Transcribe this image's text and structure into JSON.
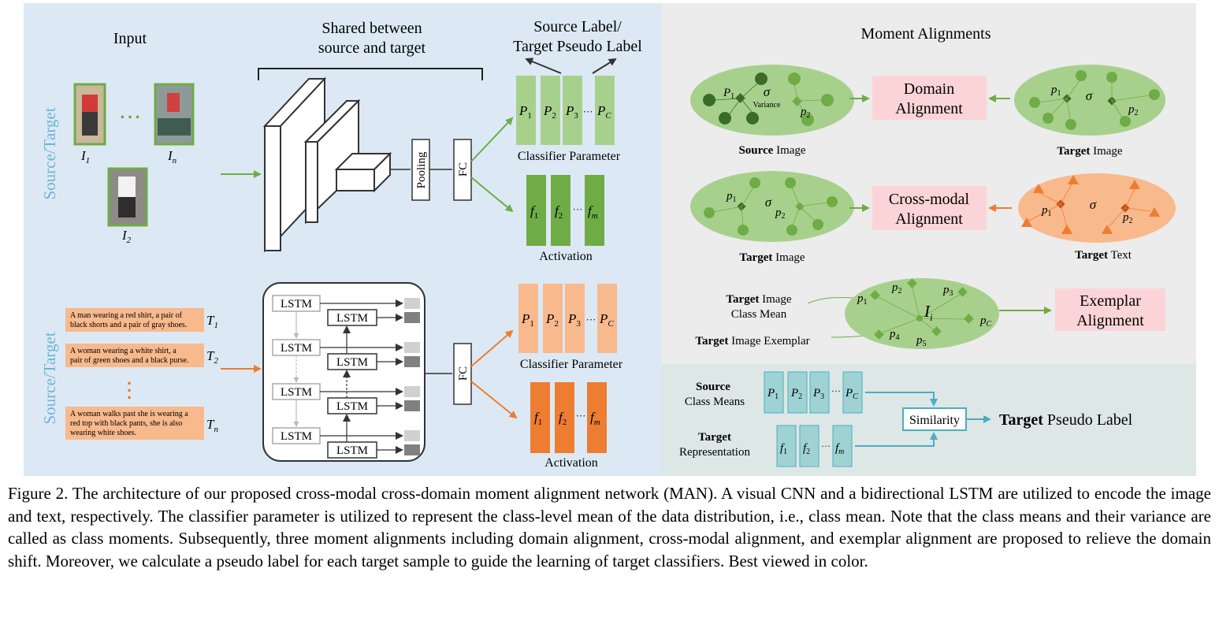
{
  "figure": {
    "input_label": "Input",
    "shared_label_line1": "Shared between",
    "shared_label_line2": "source and target",
    "source_label_line1": "Source Label/",
    "source_label_line2": "Target Pseudo Label",
    "side_label_top": "Source/Target",
    "side_label_bottom": "Source/Target",
    "images": [
      "I",
      "I",
      "I"
    ],
    "image_subs": [
      "1",
      "2",
      "n"
    ],
    "dots": "• • •",
    "pooling": "Pooling",
    "fc": "FC",
    "classifier_parameter": "Classifier Parameter",
    "activation": "Activation",
    "p_labels": [
      "P",
      "P",
      "P",
      "P"
    ],
    "p_subs": [
      "1",
      "2",
      "3",
      "C"
    ],
    "f_labels": [
      "f",
      "f",
      "f"
    ],
    "f_subs": [
      "1",
      "2",
      "m"
    ],
    "ellipsis": "···",
    "texts": [
      "A man wearing a red shirt, a pair of black shorts and a pair of gray shoes.",
      "A woman wearing a white shirt, a pair of green shoes and a black purse.",
      "A woman walks past she is wearing a red top with black pants, she is also wearing white shoes."
    ],
    "text_labels": [
      "T",
      "T",
      "T"
    ],
    "text_subs": [
      "1",
      "2",
      "n"
    ],
    "lstm": "LSTM",
    "moment_title": "Moment Alignments",
    "domain_alignment": [
      "Domain",
      "Alignment"
    ],
    "crossmodal_alignment": [
      "Cross-modal",
      "Alignment"
    ],
    "exemplar_alignment": [
      "Exemplar",
      "Alignment"
    ],
    "variance": "Variance",
    "sigma": "σ",
    "source_image": {
      "bold": "Source",
      "rest": " Image"
    },
    "target_image_1": {
      "bold": "Target",
      "rest": " Image"
    },
    "target_image_2": {
      "bold": "Target",
      "rest": " Image"
    },
    "target_text": {
      "bold": "Target",
      "rest": " Text"
    },
    "class_mean": {
      "bold": "Target",
      "rest": " Image",
      "line2": "Class Mean"
    },
    "exemplar": {
      "bold": "Target",
      "rest": " Image Exemplar"
    },
    "Ii": "I",
    "Ii_sub": "i",
    "source_class_means": {
      "bold": "Source",
      "line2": "Class Means"
    },
    "target_representation": {
      "bold": "Target",
      "line2": "Representation"
    },
    "similarity": "Similarity",
    "pseudo_label": {
      "bold": "Target",
      "rest": " Pseudo Label"
    }
  },
  "colors": {
    "left_bg": "#dce9f5",
    "right_bg": "#ececec",
    "bottom_right_bg": "#dde7e5",
    "green_light": "#a8d08d",
    "green_dark": "#6fac46",
    "orange_light": "#f8b98d",
    "orange_dark": "#ed7d31",
    "pink": "#fbd4d7",
    "teal": "#9fd3d3",
    "teal_line": "#4bacc6",
    "blue_text": "#6cb4d6"
  },
  "caption": "Figure 2. The architecture of our proposed cross-modal cross-domain moment alignment network (MAN). A visual CNN and a bidirectional LSTM are utilized to encode the image and text, respectively. The classifier parameter is utilized to represent the class-level mean of the data distribution, i.e., class mean. Note that the class means and their variance are called as class moments. Subsequently, three moment alignments including domain alignment, cross-modal alignment, and exemplar alignment are proposed to relieve the domain shift. Moreover, we calculate a pseudo label for each target sample to guide the learning of target classifiers. Best viewed in color."
}
